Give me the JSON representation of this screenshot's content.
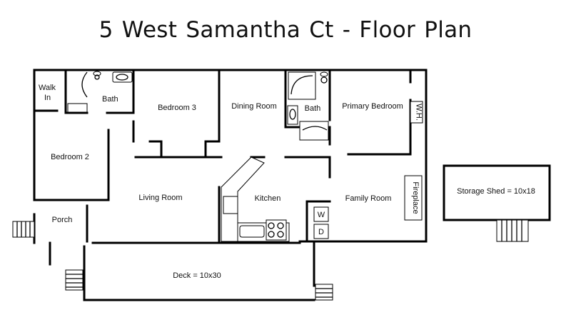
{
  "title": "5 West Samantha Ct  -   Floor Plan",
  "rooms": {
    "walk_in": [
      "Walk",
      "In"
    ],
    "bath_left": "Bath",
    "bedroom_3": "Bedroom 3",
    "dining_room": "Dining Room",
    "bath_right": "Bath",
    "primary_bedroom": "Primary Bedroom",
    "wh": "W.H.",
    "bedroom_2": "Bedroom 2",
    "living_room": "Living Room",
    "kitchen": "Kitchen",
    "family_room": "Family Room",
    "fireplace": "Fireplace",
    "porch": "Porch",
    "deck": "Deck = 10x30",
    "storage_shed": "Storage Shed = 10x18",
    "washer": "W",
    "dryer": "D"
  }
}
